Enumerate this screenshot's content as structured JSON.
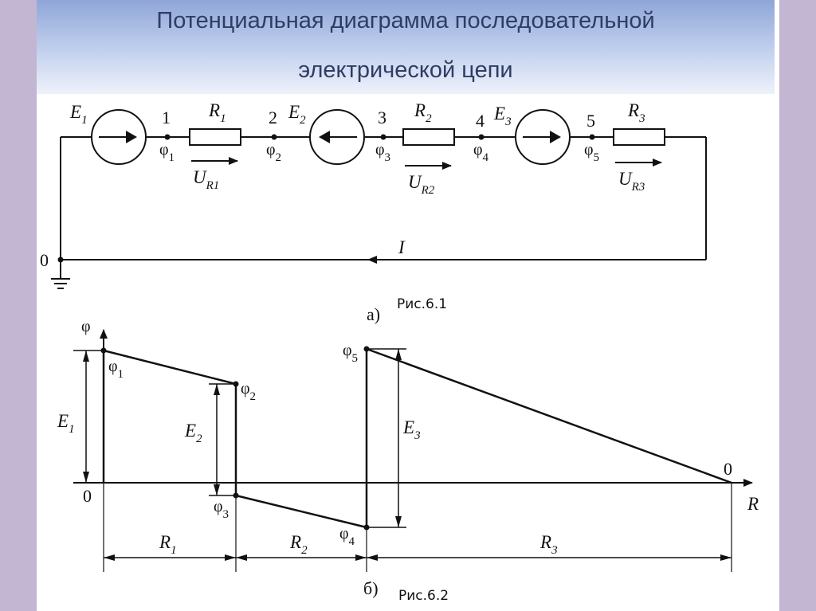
{
  "title": {
    "line1": "Потенциальная диаграмма последовательной",
    "line2": "электрической цепи"
  },
  "captions": {
    "fig1": "Рис.6.1",
    "fig2": "Рис.6.2",
    "part_a": "а)",
    "part_b": "б)"
  },
  "circuit": {
    "node_labels": [
      "0",
      "1",
      "2",
      "3",
      "4",
      "5"
    ],
    "sources": [
      {
        "name": "E",
        "sub": "1",
        "arrow": "right"
      },
      {
        "name": "E",
        "sub": "2",
        "arrow": "left"
      },
      {
        "name": "E",
        "sub": "3",
        "arrow": "right"
      }
    ],
    "resistors": [
      {
        "name": "R",
        "sub": "1",
        "voltage": "U",
        "vsub": "R1"
      },
      {
        "name": "R",
        "sub": "2",
        "voltage": "U",
        "vsub": "R2"
      },
      {
        "name": "R",
        "sub": "3",
        "voltage": "U",
        "vsub": "R3"
      }
    ],
    "potential_symbol": "φ",
    "potential_subs": [
      "1",
      "2",
      "3",
      "4",
      "5"
    ],
    "current_label": "I"
  },
  "diagram": {
    "y_axis_label": "φ",
    "x_axis_label": "R",
    "origin_label": "0",
    "end_label": "0",
    "emf_labels": [
      {
        "name": "E",
        "sub": "1"
      },
      {
        "name": "E",
        "sub": "2"
      },
      {
        "name": "E",
        "sub": "3"
      }
    ],
    "segment_labels": [
      {
        "name": "R",
        "sub": "1"
      },
      {
        "name": "R",
        "sub": "2"
      },
      {
        "name": "R",
        "sub": "3"
      }
    ],
    "point_labels": [
      {
        "name": "φ",
        "sub": "1"
      },
      {
        "name": "φ",
        "sub": "2"
      },
      {
        "name": "φ",
        "sub": "3"
      },
      {
        "name": "φ",
        "sub": "4"
      },
      {
        "name": "φ",
        "sub": "5"
      }
    ]
  }
}
